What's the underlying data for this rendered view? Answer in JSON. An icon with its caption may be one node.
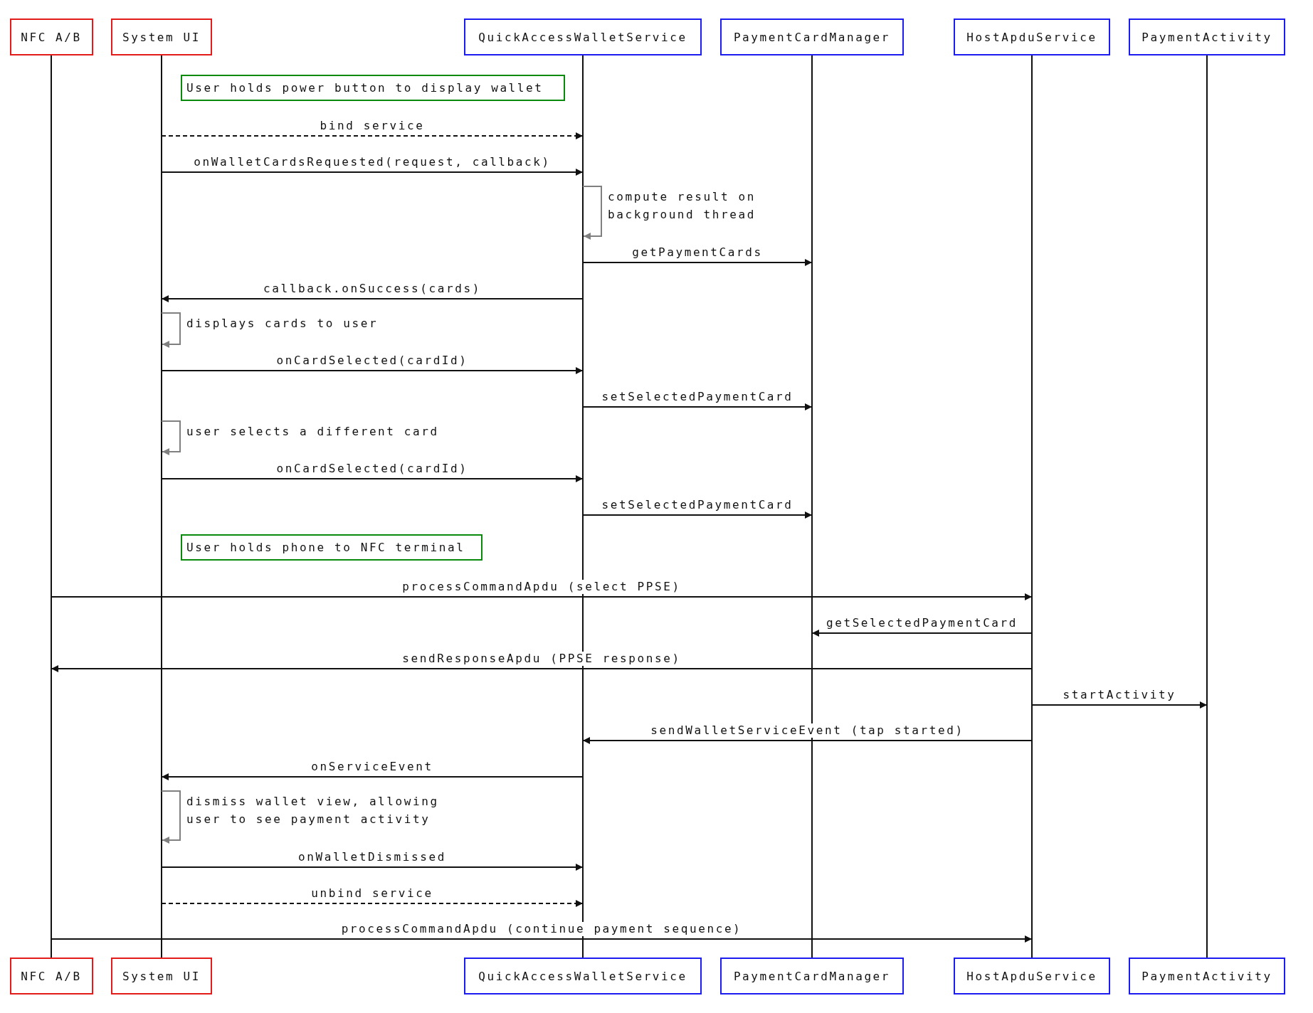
{
  "diagram": {
    "nodes": [
      {
        "text": [
          "NFC A/B"
        ]
      },
      {
        "text": [
          "System UI"
        ]
      },
      {
        "text": [
          "QuickAccessWalletService"
        ]
      },
      {
        "text": [
          "PaymentCardManager"
        ]
      },
      {
        "text": [
          "HostApduService"
        ]
      },
      {
        "text": [
          "PaymentActivity"
        ]
      },
      {
        "text": [
          "User holds power button to display wallet"
        ]
      },
      {
        "text": [
          "User holds phone to NFC terminal"
        ]
      },
      {
        "text": [
          "NFC A/B"
        ]
      },
      {
        "text": [
          "System UI"
        ]
      },
      {
        "text": [
          "QuickAccessWalletService"
        ]
      },
      {
        "text": [
          "PaymentCardManager"
        ]
      },
      {
        "text": [
          "HostApduService"
        ]
      },
      {
        "text": [
          "PaymentActivity"
        ]
      },
      {
        "text": [],
        "shape": "line"
      },
      {
        "text": [],
        "shape": "line"
      },
      {
        "text": [],
        "shape": "line"
      },
      {
        "text": [],
        "shape": "line"
      },
      {
        "text": [],
        "shape": "line"
      },
      {
        "text": [],
        "shape": "line"
      }
    ],
    "edges": [
      {
        "from": 15,
        "to": 16,
        "arrow": "to",
        "label": "bind service",
        "style": "dashed"
      },
      {
        "from": 15,
        "to": 16,
        "arrow": "to",
        "label": "onWalletCardsRequested(request, callback)"
      },
      {
        "from": 16,
        "to": 16,
        "arrow": "to",
        "label": "compute result on background thread",
        "color": "#808080"
      },
      {
        "from": 16,
        "to": 17,
        "arrow": "to",
        "label": "getPaymentCards"
      },
      {
        "from": 16,
        "to": 15,
        "arrow": "to",
        "label": "callback.onSuccess(cards)"
      },
      {
        "from": 15,
        "to": 15,
        "arrow": "to",
        "label": "displays cards to user",
        "color": "#808080"
      },
      {
        "from": 15,
        "to": 16,
        "arrow": "to",
        "label": "onCardSelected(cardId)"
      },
      {
        "from": 16,
        "to": 17,
        "arrow": "to",
        "label": "setSelectedPaymentCard"
      },
      {
        "from": 15,
        "to": 15,
        "arrow": "to",
        "label": "user selects a different card",
        "color": "#808080"
      },
      {
        "from": 15,
        "to": 16,
        "arrow": "to",
        "label": "onCardSelected(cardId)"
      },
      {
        "from": 16,
        "to": 17,
        "arrow": "to",
        "label": "setSelectedPaymentCard"
      },
      {
        "from": 14,
        "to": 18,
        "arrow": "to",
        "label": "processCommandApdu (select PPSE)"
      },
      {
        "from": 18,
        "to": 17,
        "arrow": "to",
        "label": "getSelectedPaymentCard"
      },
      {
        "from": 18,
        "to": 14,
        "arrow": "to",
        "label": "sendResponseApdu (PPSE response)"
      },
      {
        "from": 18,
        "to": 19,
        "arrow": "to",
        "label": "startActivity"
      },
      {
        "from": 18,
        "to": 16,
        "arrow": "to",
        "label": "sendWalletServiceEvent (tap started)"
      },
      {
        "from": 16,
        "to": 15,
        "arrow": "to",
        "label": "onServiceEvent"
      },
      {
        "from": 15,
        "to": 15,
        "arrow": "to",
        "label": "dismiss wallet view, allowing user to see payment activity",
        "color": "#808080"
      },
      {
        "from": 15,
        "to": 16,
        "arrow": "to",
        "label": "onWalletDismissed"
      },
      {
        "from": 15,
        "to": 16,
        "arrow": "to",
        "label": "unbind service",
        "style": "dashed"
      },
      {
        "from": 14,
        "to": 18,
        "arrow": "to",
        "label": "processCommandApdu (continue payment sequence)"
      }
    ]
  }
}
